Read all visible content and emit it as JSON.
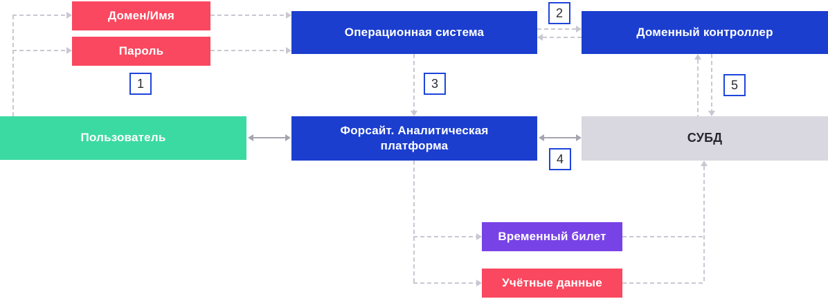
{
  "diagram": {
    "title_hidden": "",
    "nodes": {
      "domain_name": {
        "label": "Домен/Имя",
        "color": "#F9485F",
        "text_color": "#FFFFFF"
      },
      "password": {
        "label": "Пароль",
        "color": "#F9485F",
        "text_color": "#FFFFFF"
      },
      "user": {
        "label": "Пользователь",
        "color": "#3CDAA3",
        "text_color": "#FFFFFF"
      },
      "os": {
        "label": "Операционная система",
        "color": "#1B3ECE",
        "text_color": "#FFFFFF"
      },
      "platform": {
        "label": "Форсайт. Аналитическая платформа",
        "color": "#1B3ECE",
        "text_color": "#FFFFFF"
      },
      "domain_controller": {
        "label": "Доменный контроллер",
        "color": "#1B3ECE",
        "text_color": "#FFFFFF"
      },
      "dbms": {
        "label": "СУБД",
        "color": "#D9D7E0",
        "text_color": "#26262E"
      },
      "temp_ticket": {
        "label": "Временный билет",
        "color": "#7843E6",
        "text_color": "#FFFFFF"
      },
      "credentials": {
        "label": "Учётные данные",
        "color": "#F9485F",
        "text_color": "#FFFFFF"
      }
    },
    "steps": [
      {
        "number": "1"
      },
      {
        "number": "2"
      },
      {
        "number": "3"
      },
      {
        "number": "4"
      },
      {
        "number": "5"
      }
    ],
    "colors": {
      "background": "#FFFFFF",
      "dashed_line": "#C9C7D2",
      "solid_line": "#A6A4B0",
      "step_border": "#1D44DB",
      "step_background": "#FFFFFF",
      "step_text": "#2B2B33"
    }
  }
}
